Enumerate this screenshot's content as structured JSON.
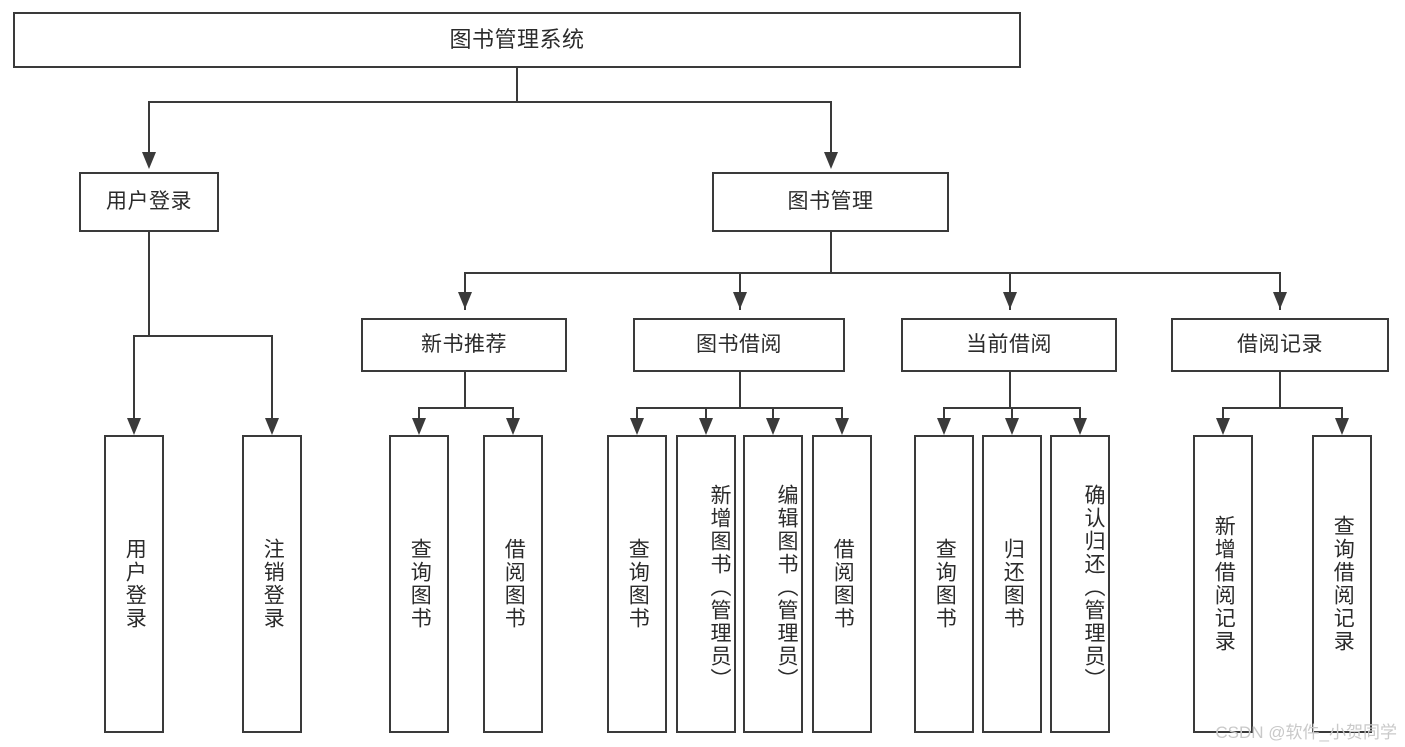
{
  "diagram": {
    "type": "tree-hierarchy",
    "title": "图书管理系统",
    "root": {
      "label": "图书管理系统"
    },
    "level2": [
      {
        "id": "user-login",
        "label": "用户登录"
      },
      {
        "id": "book-management",
        "label": "图书管理"
      }
    ],
    "level3": [
      {
        "id": "new-book-recommend",
        "label": "新书推荐",
        "parent": "book-management"
      },
      {
        "id": "book-borrow",
        "label": "图书借阅",
        "parent": "book-management"
      },
      {
        "id": "current-borrow",
        "label": "当前借阅",
        "parent": "book-management"
      },
      {
        "id": "borrow-record",
        "label": "借阅记录",
        "parent": "book-management"
      }
    ],
    "leaves": {
      "user_login": [
        {
          "id": "leaf-user-login",
          "label": "用户登录"
        },
        {
          "id": "leaf-user-logout",
          "label": "注销登录"
        }
      ],
      "new_book_recommend": [
        {
          "id": "leaf-query-book-1",
          "label": "查询图书"
        },
        {
          "id": "leaf-borrow-book-1",
          "label": "借阅图书"
        }
      ],
      "book_borrow": [
        {
          "id": "leaf-query-book-2",
          "label": "查询图书"
        },
        {
          "id": "leaf-add-book",
          "label": "新增图书（管理员）"
        },
        {
          "id": "leaf-edit-book",
          "label": "编辑图书（管理员）"
        },
        {
          "id": "leaf-borrow-book-2",
          "label": "借阅图书"
        }
      ],
      "current_borrow": [
        {
          "id": "leaf-query-book-3",
          "label": "查询图书"
        },
        {
          "id": "leaf-return-book",
          "label": "归还图书"
        },
        {
          "id": "leaf-confirm-return",
          "label": "确认归还（管理员）"
        }
      ],
      "borrow_record": [
        {
          "id": "leaf-add-record",
          "label": "新增借阅记录"
        },
        {
          "id": "leaf-query-record",
          "label": "查询借阅记录"
        }
      ]
    },
    "watermark": "CSDN @软件_小贺同学",
    "colors": {
      "stroke": "#3a3a3a",
      "text": "#2b2b2b",
      "background": "#ffffff",
      "watermark": "#c9c9c9"
    }
  }
}
